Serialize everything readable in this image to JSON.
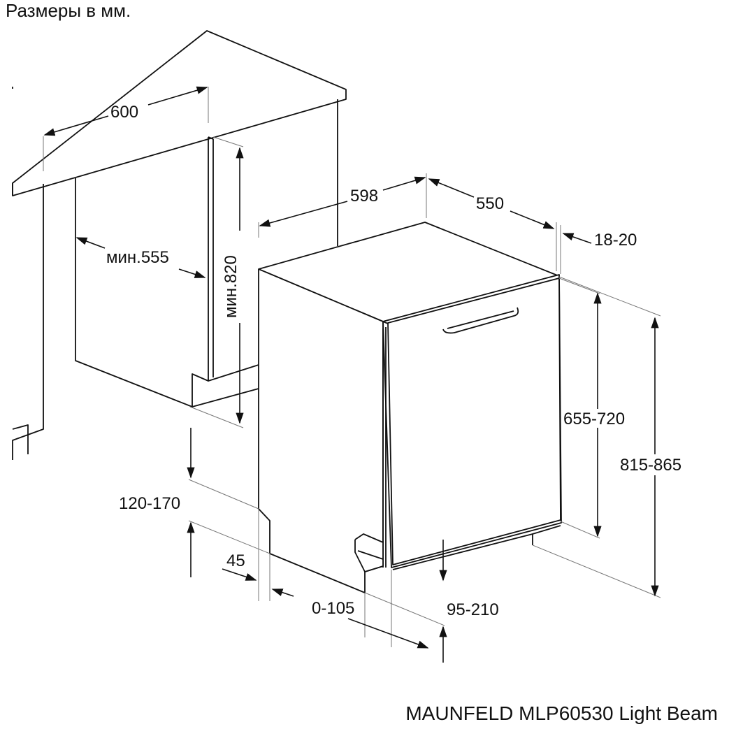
{
  "header": {
    "title": "Размеры в мм."
  },
  "footer": {
    "model": "MAUNFELD MLP60530 Light Beam"
  },
  "dimensions": {
    "cabinet_width": "600",
    "niche_depth": "мин.555",
    "niche_height": "мин.820",
    "appliance_width": "598",
    "appliance_depth": "550",
    "door_gap": "18-20",
    "door_height": "655-720",
    "total_height": "815-865",
    "plinth_height": "120-170",
    "plinth_recess": "45",
    "foot_adjust": "0-105",
    "door_bottom": "95-210"
  }
}
